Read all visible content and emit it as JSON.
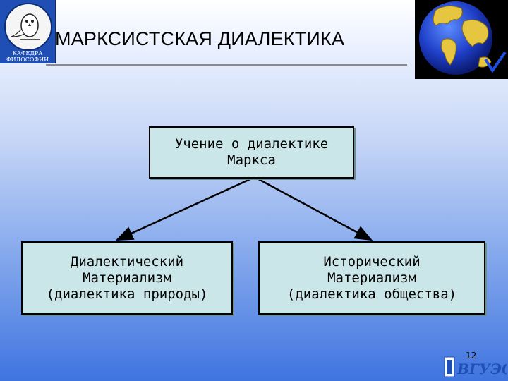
{
  "logo": {
    "line1": "КАФЕДРА",
    "line2": "ФИЛОСОФИИ"
  },
  "title": "МАРКСИСТСКАЯ ДИАЛЕКТИКА",
  "diagram": {
    "root": "Учение о диалектике\nМаркса",
    "left": "Диалектический\nМатериализм\n(диалектика природы)",
    "right": "Исторический\nМатериализм\n(диалектика общества)"
  },
  "page_number": "12",
  "footer_logo_text": "ВГУЭС",
  "colors": {
    "box_fill": "#cbe6e8",
    "logo_blue": "#1f4fb5",
    "checkmark": "#1f4fe0"
  }
}
